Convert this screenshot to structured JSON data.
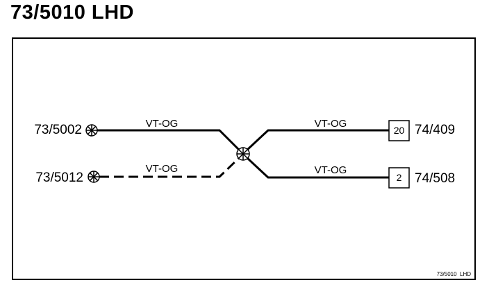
{
  "title": "73/5010 LHD",
  "connectors": {
    "left_top": "73/5002",
    "left_bottom": "73/5012",
    "right_top": "74/409",
    "right_bottom": "74/508"
  },
  "wires": {
    "top_left": "VT-OG",
    "bottom_left": "VT-OG",
    "top_right": "VT-OG",
    "bottom_right": "VT-OG"
  },
  "pins": {
    "right_top": "20",
    "right_bottom": "2"
  },
  "footer": "73/5010  LHD"
}
